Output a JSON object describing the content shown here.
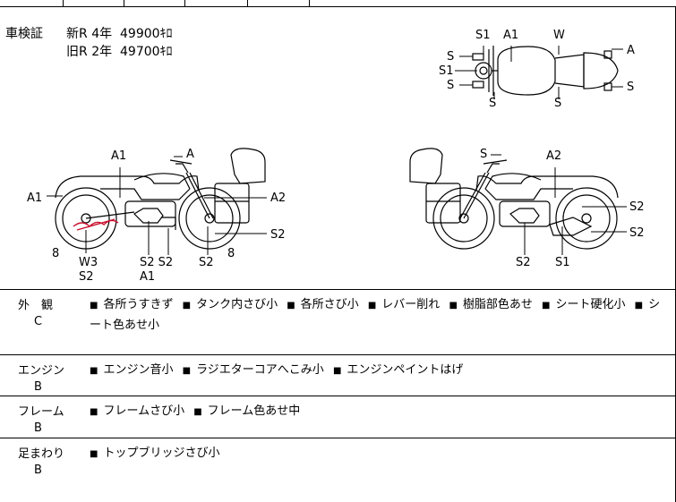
{
  "inspection": {
    "label": "車検証",
    "new_label": "新R",
    "new_years": "4年",
    "new_km": "49900ｷﾛ",
    "old_label": "旧R",
    "old_years": "2年",
    "old_km": "49700ｷﾛ"
  },
  "diagram": {
    "top": [
      "S1",
      "A1",
      "W",
      "S",
      "S1",
      "S",
      "A",
      "S",
      "S",
      "S"
    ],
    "left": [
      "A1",
      "A",
      "A1",
      "A2",
      "S2",
      "8",
      "8",
      "W3",
      "S2",
      "S2 S2",
      "A1",
      "S2"
    ],
    "right": [
      "S",
      "A2",
      "S2",
      "S2",
      "S2",
      "S1"
    ]
  },
  "sections": [
    {
      "name": "外　観",
      "grade": "C",
      "notes": [
        "各所うすきず",
        "タンク内さび小",
        "各所さび小",
        "レバー削れ",
        "樹脂部色あせ",
        "シート硬化小",
        "シート色あせ小"
      ]
    },
    {
      "name": "エンジン",
      "grade": "B",
      "notes": [
        "エンジン音小",
        "ラジエターコアへこみ小",
        "エンジンペイントはげ"
      ]
    },
    {
      "name": "フレーム",
      "grade": "B",
      "notes": [
        "フレームさび小",
        "フレーム色あせ中"
      ]
    },
    {
      "name": "足まわり",
      "grade": "B",
      "notes": [
        "トップブリッジさび小"
      ]
    }
  ],
  "bullet_symbol": "■",
  "colors": {
    "line": "#000000",
    "accent": "#c8102e"
  }
}
